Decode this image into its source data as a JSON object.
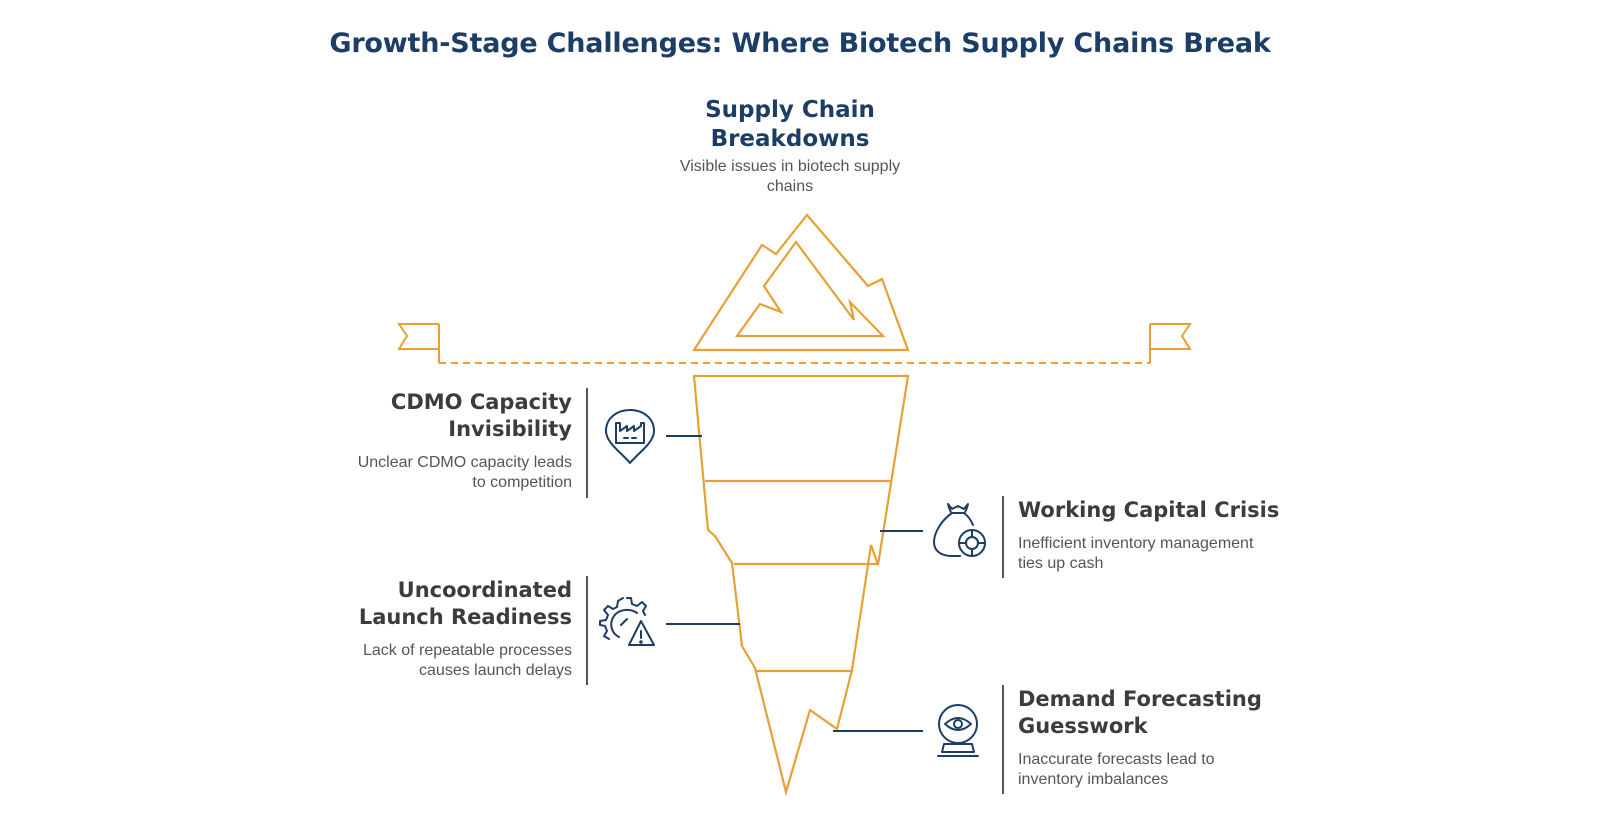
{
  "title": "Growth-Stage Challenges: Where Biotech Supply Chains Break",
  "top": {
    "title_line1": "Supply Chain",
    "title_line2": "Breakdowns",
    "description": "Visible issues in biotech supply chains"
  },
  "challenges": [
    {
      "title_line1": "CDMO Capacity",
      "title_line2": "Invisibility",
      "description": "Unclear CDMO capacity leads to competition",
      "icon": "factory-location-pin-icon"
    },
    {
      "title_line1": "Working Capital Crisis",
      "title_line2": "",
      "description": "Inefficient inventory management ties up cash",
      "icon": "money-bag-coin-icon"
    },
    {
      "title_line1": "Uncoordinated",
      "title_line2": "Launch Readiness",
      "description": "Lack of repeatable processes causes launch delays",
      "icon": "gear-warning-icon"
    },
    {
      "title_line1": "Demand Forecasting",
      "title_line2": "Guesswork",
      "description": "Inaccurate forecasts lead to inventory imbalances",
      "icon": "crystal-ball-eye-icon"
    }
  ],
  "colors": {
    "accent": "#e8a034",
    "navy": "#1b3d66",
    "heading": "#3c3c3c",
    "text": "#555555"
  }
}
